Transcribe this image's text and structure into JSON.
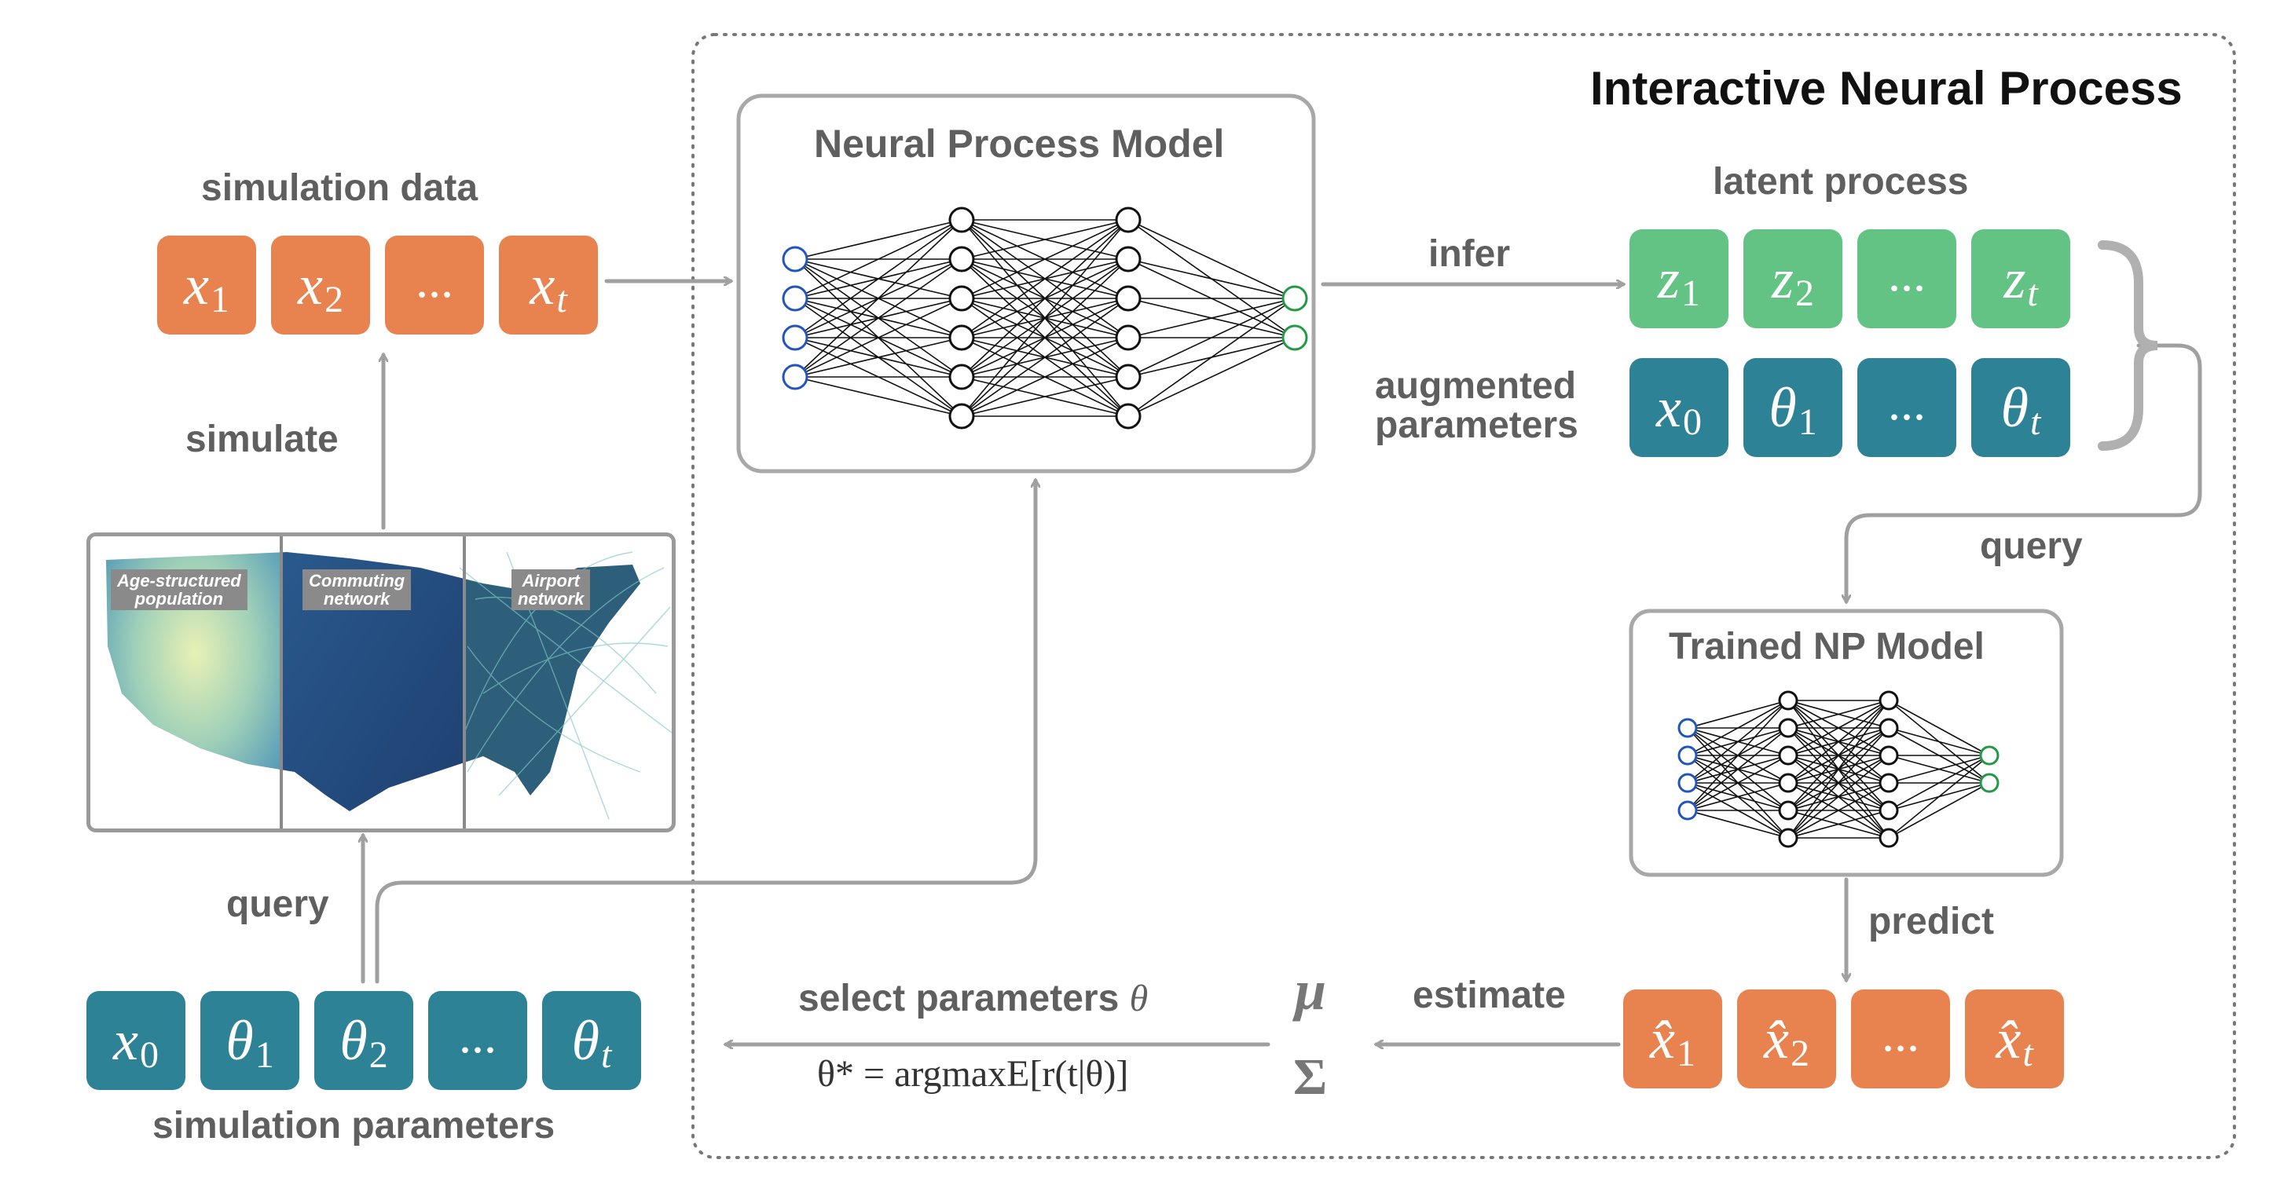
{
  "title": "Interactive Neural Process",
  "boxes": {
    "np_model": "Neural Process Model",
    "trained_model": "Trained NP Model"
  },
  "labels": {
    "simulation_data": "simulation data",
    "simulate": "simulate",
    "query_left": "query",
    "simulation_parameters": "simulation parameters",
    "infer": "infer",
    "latent_process": "latent process",
    "augmented_parameters_1": "augmented",
    "augmented_parameters_2": "parameters",
    "query_right": "query",
    "predict": "predict",
    "estimate": "estimate",
    "select_parameters": "select parameters",
    "theta_symbol": "θ",
    "formula": "θ* = argmaxE[r(t|θ)]",
    "mu": "μ",
    "sigma": "Σ"
  },
  "map_panels": [
    {
      "line1": "Age-structured",
      "line2": "population"
    },
    {
      "line1": "Commuting",
      "line2": "network"
    },
    {
      "line1": "Airport",
      "line2": "network"
    }
  ],
  "tokens": {
    "simulation_data": [
      {
        "base": "x",
        "sub": "1"
      },
      {
        "base": "x",
        "sub": "2"
      },
      {
        "base": "...",
        "sub": ""
      },
      {
        "base": "x",
        "sub": "t"
      }
    ],
    "latent_process": [
      {
        "base": "z",
        "sub": "1"
      },
      {
        "base": "z",
        "sub": "2"
      },
      {
        "base": "...",
        "sub": ""
      },
      {
        "base": "z",
        "sub": "t"
      }
    ],
    "augmented_parameters": [
      {
        "base": "x",
        "sub": "0"
      },
      {
        "base": "θ",
        "sub": "1"
      },
      {
        "base": "...",
        "sub": ""
      },
      {
        "base": "θ",
        "sub": "t"
      }
    ],
    "simulation_parameters": [
      {
        "base": "x",
        "sub": "0"
      },
      {
        "base": "θ",
        "sub": "1"
      },
      {
        "base": "θ",
        "sub": "2"
      },
      {
        "base": "...",
        "sub": ""
      },
      {
        "base": "θ",
        "sub": "t"
      }
    ],
    "predictions": [
      {
        "base": "x̂",
        "sub": "1"
      },
      {
        "base": "x̂",
        "sub": "2"
      },
      {
        "base": "...",
        "sub": ""
      },
      {
        "base": "x̂",
        "sub": "t"
      }
    ]
  },
  "network_layers": [
    4,
    6,
    6,
    2
  ],
  "colors": {
    "orange": "#e8834f",
    "green": "#63c385",
    "teal": "#2e8296",
    "arrow": "#a0a0a0",
    "input_node": "#2255bb",
    "output_node": "#229944"
  }
}
